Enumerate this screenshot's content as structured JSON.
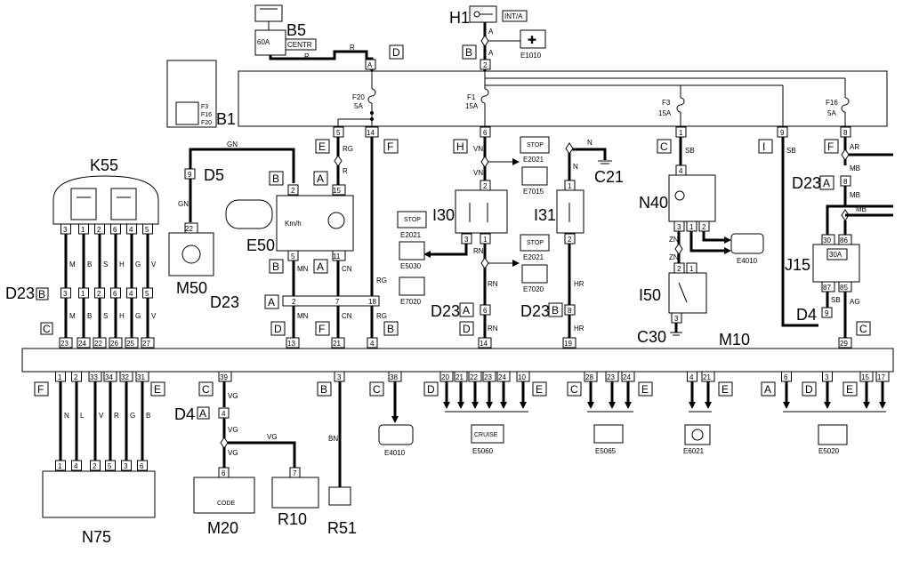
{
  "labels": {
    "h1": "H1",
    "int_a": "INT/A",
    "b5": "B5",
    "fuse60": "60A",
    "centr": "CENTR",
    "b1": "B1",
    "k55": "K55",
    "d5": "D5",
    "e50": "E50",
    "kmh": "Km/h",
    "m50": "M50",
    "d23": "D23",
    "c21": "C21",
    "n40": "N40",
    "i30": "I30",
    "i31": "I31",
    "i50": "I50",
    "c30": "C30",
    "m10": "M10",
    "j15": "J15",
    "d4": "D4",
    "n75": "N75",
    "m20": "M20",
    "code": "CODE",
    "r10": "R10",
    "r51": "R51",
    "e1010": "E1010",
    "e2021": "E2021",
    "e7015": "E7015",
    "e5030": "E5030",
    "e7020": "E7020",
    "e4010": "E4010",
    "e5060": "E5060",
    "e5065": "E5065",
    "e6021": "E6021",
    "e5020": "E5020",
    "cruise": "CRUISE",
    "stop": "STOP",
    "relay30a": "30A"
  },
  "fuses": {
    "f20": [
      "F20",
      "5A"
    ],
    "f1": [
      "F1",
      "15A"
    ],
    "f3": [
      "F3",
      "15A"
    ],
    "f16": [
      "F16",
      "5A"
    ]
  },
  "wire_colors": {
    "r": "R",
    "a": "A",
    "gn": "GN",
    "rg": "RG",
    "vn": "VN",
    "n": "N",
    "sb": "SB",
    "ar": "AR",
    "mb": "MB",
    "mn": "MN",
    "cn": "CN",
    "rn": "RN",
    "hr": "HR",
    "zn": "ZN",
    "ag": "AG",
    "vg": "VG",
    "bn": "BN",
    "l": "L",
    "v": "V",
    "b": "B",
    "s": "S",
    "h": "H",
    "g": "G",
    "m": "M"
  },
  "conn_letters": [
    "A",
    "B",
    "C",
    "D",
    "E",
    "F",
    "H",
    "I"
  ],
  "k55_pins": [
    "3",
    "1",
    "2",
    "6",
    "4",
    "5"
  ],
  "k55_wires": [
    "M",
    "B",
    "S",
    "H",
    "G",
    "V"
  ],
  "m10_k55_pins": [
    "23",
    "24",
    "22",
    "26",
    "25",
    "27"
  ],
  "n75_top_pins": [
    "1",
    "2",
    "33",
    "34",
    "32",
    "31"
  ],
  "n75_wires": [
    "N",
    "L",
    "V",
    "R",
    "G",
    "B"
  ],
  "n75_bottom_pins": [
    "1",
    "4",
    "2",
    "5",
    "3",
    "6"
  ],
  "b1_letters": [
    "F3",
    "F16",
    "F20"
  ]
}
